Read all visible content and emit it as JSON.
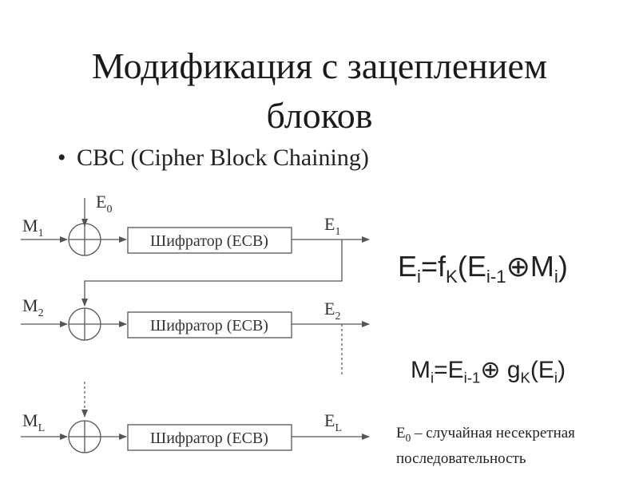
{
  "title": {
    "line1": "Модификация с зацеплением",
    "line2": "блоков"
  },
  "bullet": {
    "symbol": "•",
    "text": "CBC (Cipher Block Chaining)"
  },
  "diagram": {
    "iv_label": "E",
    "iv_sub": "0",
    "rows": [
      {
        "in_label": "M",
        "in_sub": "1",
        "block_label": "Шифратор (ECB)",
        "out_label": "E",
        "out_sub": "1"
      },
      {
        "in_label": "M",
        "in_sub": "2",
        "block_label": "Шифратор (ECB)",
        "out_label": "E",
        "out_sub": "2"
      },
      {
        "in_label": "M",
        "in_sub": "L",
        "block_label": "Шифратор (ECB)",
        "out_label": "E",
        "out_sub": "L"
      }
    ]
  },
  "formulas": {
    "encrypt": {
      "lhs": "E",
      "lhs_sub": "i",
      "eq": "=f",
      "key_sub": "K",
      "arg": "(E",
      "arg_sub": "i-1",
      "xor": "⊕",
      "m": "M",
      "m_sub": "i",
      "close": ")"
    },
    "decrypt": {
      "lhs": "M",
      "lhs_sub": "i",
      "eq": "=E",
      "e_sub": "i-1",
      "xor": "⊕",
      "g": " g",
      "g_sub": "K",
      "arg": "(E",
      "arg_sub": "i",
      "close": ")"
    }
  },
  "note": {
    "e": "E",
    "e_sub": "0",
    "text": " – случайная несекретная последовательность"
  }
}
